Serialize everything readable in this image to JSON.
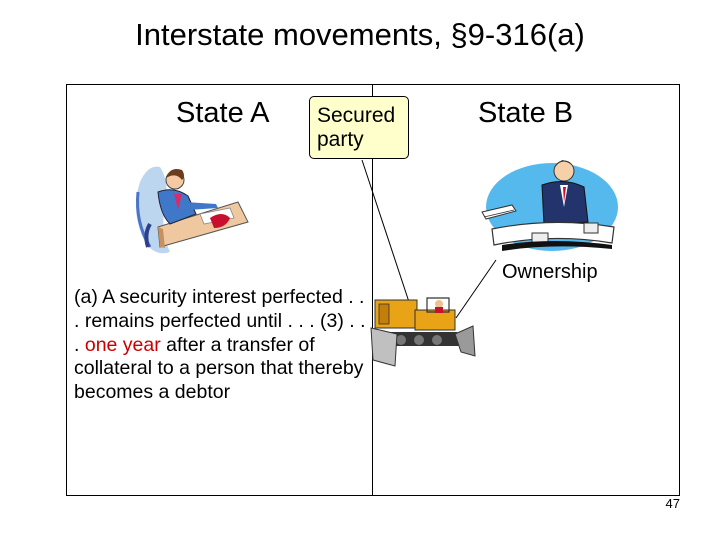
{
  "slide": {
    "title": "Interstate movements, §9-316(a)",
    "page_number": "47"
  },
  "left": {
    "heading": "State A",
    "quote": {
      "part1": "(a) A security interest perfected . . . remains perfected until . . . (3) . . .",
      "highlight": "one year",
      "part2": " after a transfer of collateral to a person that thereby becomes a debtor"
    }
  },
  "center": {
    "secured_party_label": "Secured party"
  },
  "right": {
    "heading": "State B",
    "ownership_label": "Ownership"
  },
  "colors": {
    "highlight_text": "#cc0000",
    "secured_box_fill": "#ffffcc",
    "bulldozer_body": "#e8a317",
    "desk_top": "#f0c8a0"
  },
  "icons": {
    "left_clipart": "woman-at-desk-icon",
    "right_clipart": "businessman-at-desk-icon",
    "collateral": "bulldozer-icon"
  }
}
